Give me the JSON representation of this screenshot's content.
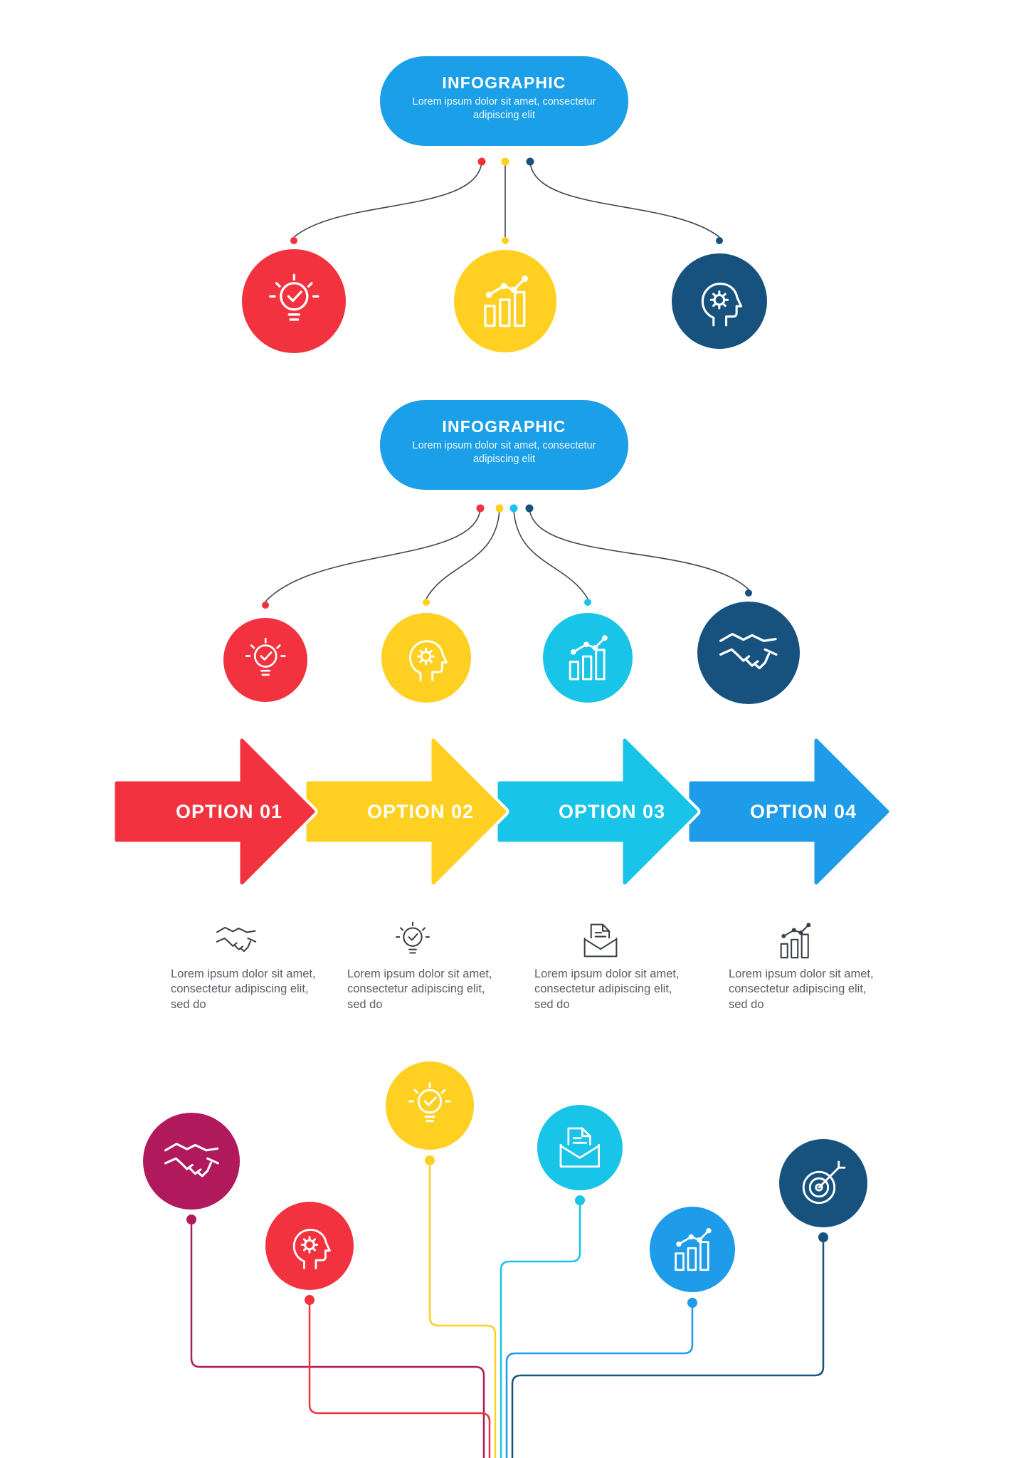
{
  "canvas": {
    "background": "#ffffff"
  },
  "palette": {
    "red": "#f2323e",
    "yellow": "#ffd021",
    "cyan": "#18c4e8",
    "blue": "#1e9be9",
    "navy": "#17527e",
    "maroon": "#b0195b",
    "pill": "#1b9fe8",
    "line": "#3c4650",
    "text": "#5a5f66",
    "icon": "#3a3f45"
  },
  "diagram1": {
    "header": {
      "title": "INFOGRAPHIC",
      "subtitle": "Lorem ipsum dolor sit amet, consectetur adipiscing elit"
    },
    "nodes": [
      {
        "icon": "lightbulb-check",
        "color": "#f2323e"
      },
      {
        "icon": "bar-chart",
        "color": "#ffd021"
      },
      {
        "icon": "head-gear",
        "color": "#17527e"
      }
    ]
  },
  "diagram2": {
    "header": {
      "title": "INFOGRAPHIC",
      "subtitle": "Lorem ipsum dolor sit amet, consectetur adipiscing elit"
    },
    "nodes": [
      {
        "icon": "lightbulb-check",
        "color": "#f2323e"
      },
      {
        "icon": "head-gear",
        "color": "#ffd021"
      },
      {
        "icon": "bar-chart",
        "color": "#18c4e8"
      },
      {
        "icon": "handshake",
        "color": "#17527e"
      }
    ]
  },
  "options": {
    "items": [
      {
        "label": "OPTION 01",
        "color": "#f2323e",
        "icon": "handshake",
        "description": "Lorem ipsum dolor sit amet, consectetur adipiscing elit, sed do"
      },
      {
        "label": "OPTION 02",
        "color": "#ffd021",
        "icon": "lightbulb-check",
        "description": "Lorem ipsum dolor sit amet, consectetur adipiscing elit, sed do"
      },
      {
        "label": "OPTION 03",
        "color": "#18c4e8",
        "icon": "envelope-letter",
        "description": "Lorem ipsum dolor sit amet, consectetur adipiscing elit, sed do"
      },
      {
        "label": "OPTION 04",
        "color": "#1e9be9",
        "icon": "bar-chart",
        "description": "Lorem ipsum dolor sit amet, consectetur adipiscing elit, sed do"
      }
    ]
  },
  "timeline": {
    "nodes": [
      {
        "icon": "handshake",
        "color": "#b0195b"
      },
      {
        "icon": "head-gear",
        "color": "#f2323e"
      },
      {
        "icon": "lightbulb-check",
        "color": "#ffd021"
      },
      {
        "icon": "envelope-letter",
        "color": "#18c4e8"
      },
      {
        "icon": "bar-chart",
        "color": "#1e9be9"
      },
      {
        "icon": "target",
        "color": "#17527e"
      }
    ]
  }
}
